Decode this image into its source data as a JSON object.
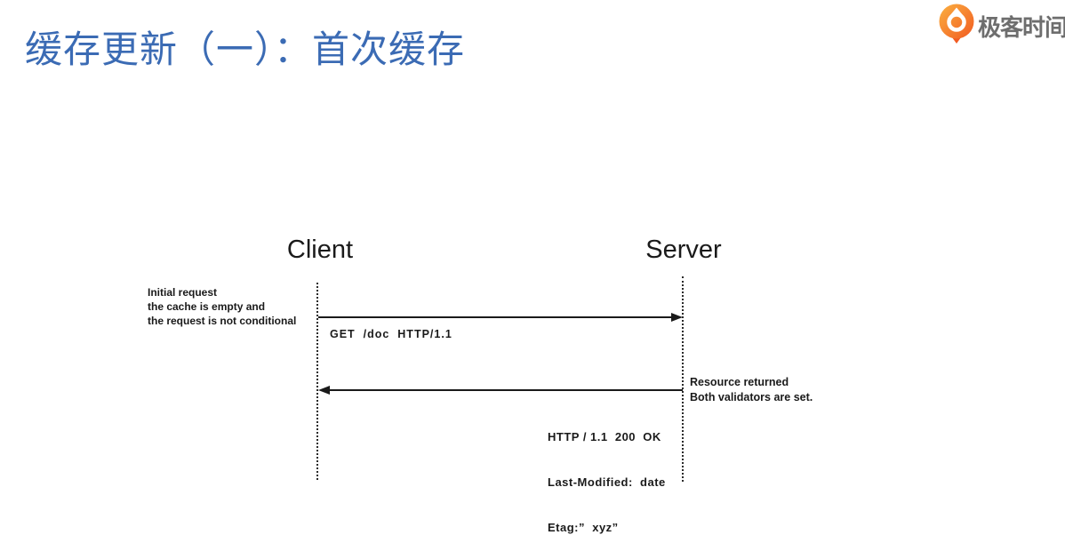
{
  "slide": {
    "title": "缓存更新（一）：首次缓存"
  },
  "logo": {
    "text": "极客时间",
    "icon": "geektime-logo-icon"
  },
  "diagram": {
    "client_label": "Client",
    "server_label": "Server",
    "request": {
      "label": "GET  /doc  HTTP/1.1",
      "direction": "client-to-server",
      "note": [
        "Initial request",
        "the cache is empty and",
        "the request is not conditional"
      ]
    },
    "response": {
      "direction": "server-to-client",
      "headers": [
        "HTTP / 1.1  200  OK",
        "Last-Modified:  date",
        "Etag:”  xyz”"
      ],
      "note": [
        "Resource returned",
        "Both validators are set."
      ]
    }
  },
  "colors": {
    "title_blue": "#3b6bb4",
    "diagram_ink": "#1a1a1a",
    "logo_orange_dark": "#f15b22",
    "logo_orange_light": "#fbb040",
    "logo_text_gray": "#6e6e6e"
  }
}
